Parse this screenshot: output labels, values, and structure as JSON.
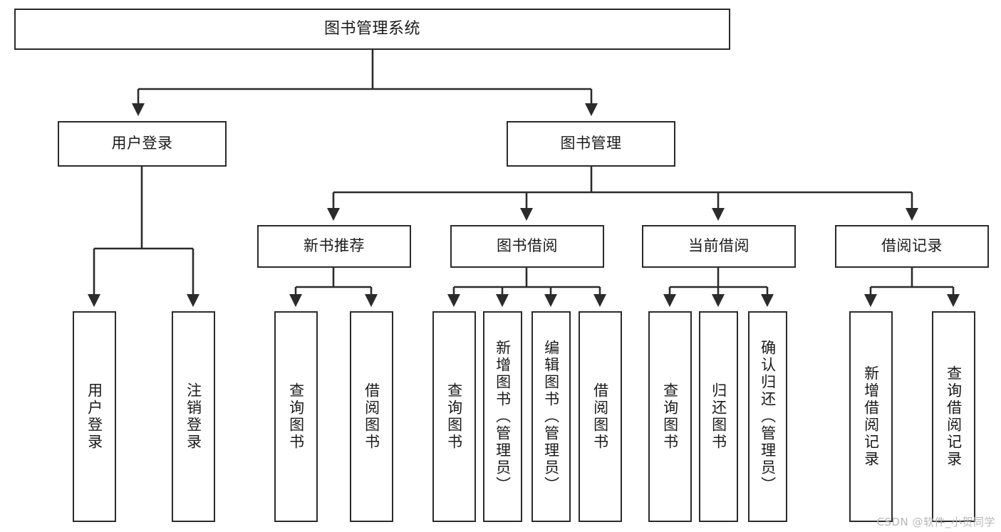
{
  "diagram": {
    "type": "tree-hierarchy-diagram",
    "title": "图书管理系统",
    "colors": {
      "box_border": "#2b2b2b",
      "box_fill": "#ffffff",
      "edge": "#2b2b2b",
      "text": "#1a1a1a",
      "watermark": "#b8b8b8",
      "background": "#ffffff"
    },
    "nodes": {
      "root": {
        "label": "图书管理系统",
        "orientation": "horizontal"
      },
      "level2": [
        {
          "id": "user-login",
          "label": "用户登录",
          "orientation": "horizontal"
        },
        {
          "id": "book-management",
          "label": "图书管理",
          "orientation": "horizontal"
        }
      ],
      "level3": [
        {
          "id": "new-book-recommend",
          "label": "新书推荐",
          "orientation": "horizontal"
        },
        {
          "id": "book-borrow",
          "label": "图书借阅",
          "orientation": "horizontal"
        },
        {
          "id": "current-borrow",
          "label": "当前借阅",
          "orientation": "horizontal"
        },
        {
          "id": "borrow-record",
          "label": "借阅记录",
          "orientation": "horizontal"
        }
      ],
      "leaves": [
        {
          "id": "leaf-user-login",
          "label": "用户登录",
          "parent": "user-login",
          "orientation": "vertical"
        },
        {
          "id": "leaf-user-logout",
          "label": "注销登录",
          "parent": "user-login",
          "orientation": "vertical"
        },
        {
          "id": "leaf-query-book-1",
          "label": "查询图书",
          "parent": "new-book-recommend",
          "orientation": "vertical"
        },
        {
          "id": "leaf-borrow-book-1",
          "label": "借阅图书",
          "parent": "new-book-recommend",
          "orientation": "vertical"
        },
        {
          "id": "leaf-query-book-2",
          "label": "查询图书",
          "parent": "book-borrow",
          "orientation": "vertical"
        },
        {
          "id": "leaf-add-book",
          "label": "新增图书（管理员）",
          "parent": "book-borrow",
          "orientation": "vertical"
        },
        {
          "id": "leaf-edit-book",
          "label": "编辑图书（管理员）",
          "parent": "book-borrow",
          "orientation": "vertical"
        },
        {
          "id": "leaf-borrow-book-2",
          "label": "借阅图书",
          "parent": "book-borrow",
          "orientation": "vertical"
        },
        {
          "id": "leaf-query-book-3",
          "label": "查询图书",
          "parent": "current-borrow",
          "orientation": "vertical"
        },
        {
          "id": "leaf-return-book",
          "label": "归还图书",
          "parent": "current-borrow",
          "orientation": "vertical"
        },
        {
          "id": "leaf-confirm-return",
          "label": "确认归还（管理员）",
          "parent": "current-borrow",
          "orientation": "vertical"
        },
        {
          "id": "leaf-add-record",
          "label": "新增借阅记录",
          "parent": "borrow-record",
          "orientation": "vertical"
        },
        {
          "id": "leaf-query-record",
          "label": "查询借阅记录",
          "parent": "borrow-record",
          "orientation": "vertical"
        }
      ]
    },
    "watermark": "CSDN @软件_小贺同学"
  }
}
